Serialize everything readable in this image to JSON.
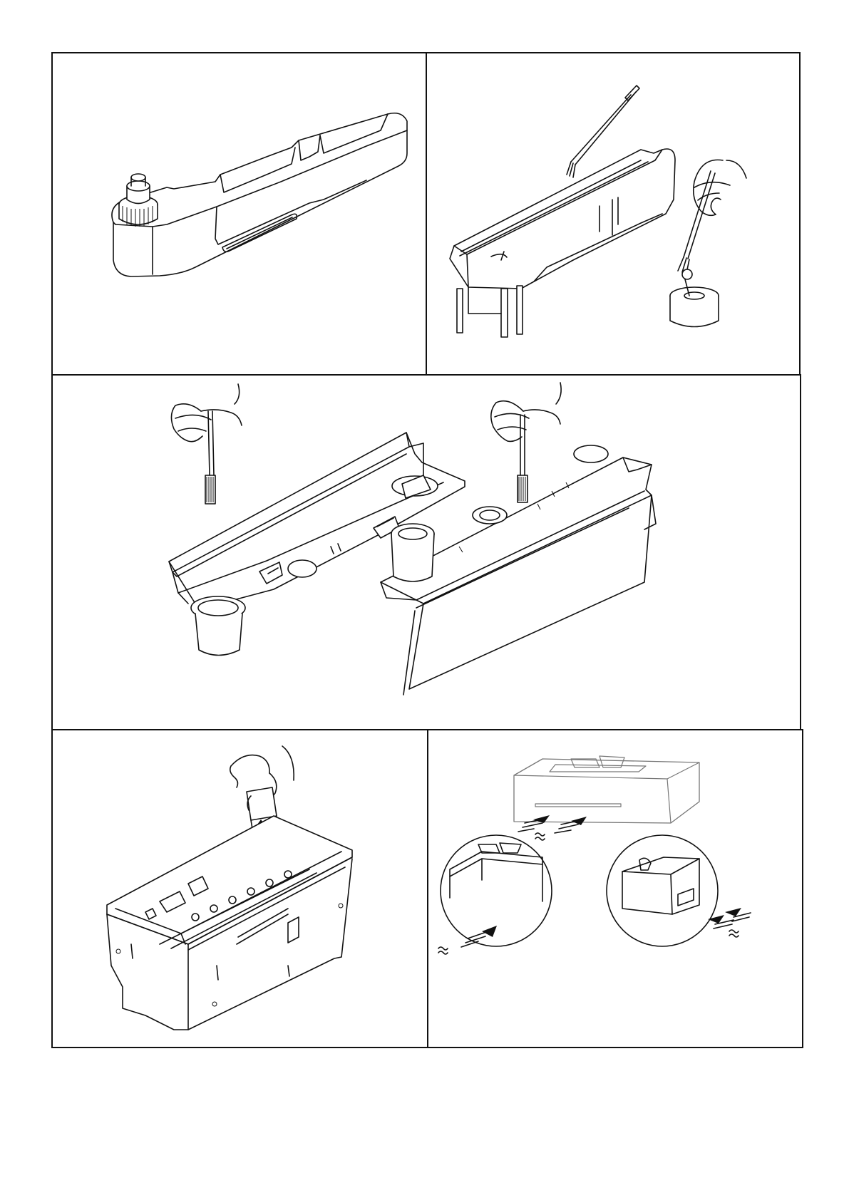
{
  "figures": [
    {
      "id": "1",
      "subject": "water-tank-icon"
    },
    {
      "id": "2",
      "subject": "cleaning-brush-icon"
    },
    {
      "id": "3",
      "subject": "cleaning-brush-icon"
    },
    {
      "id": "4",
      "subject": "lift-arrow-icon"
    },
    {
      "id": "5",
      "subject": "airflow-arrow-icon"
    }
  ],
  "colors": {
    "line": "#111111",
    "background": "#ffffff",
    "faded_line": "#777777"
  }
}
